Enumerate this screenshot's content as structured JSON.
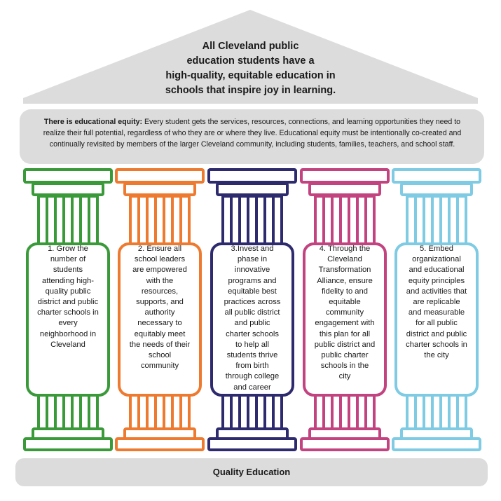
{
  "roof": {
    "line1": "All Cleveland public",
    "line2": "education students have a",
    "line3": "high-quality, equitable education in",
    "line4": "schools that inspire joy in learning."
  },
  "beam": {
    "lead": "There is educational equity:",
    "body": " Every student gets the services, resources, connections, and learning opportunities they need to realize their full potential, regardless of who they are or where they live. Educational equity must be intentionally co-created and continually revisited by members of the larger Cleveland community, including students, families, teachers, and school staff."
  },
  "pillars": [
    {
      "color": "#3a9a3a",
      "text": "1. Grow the number of students attending high-quality public district and public charter schools in every neighborhood in Cleveland"
    },
    {
      "color": "#ee7a30",
      "text": "2. Ensure all school leaders are empowered with the resources, supports, and authority necessary to equitably meet the needs of their school community"
    },
    {
      "color": "#2e2a6e",
      "text": "3.Invest and phase in innovative programs and equitable best practices across all public district and public charter schools to help all students thrive from birth through college and career"
    },
    {
      "color": "#c2437f",
      "text": "4. Through the Cleveland Transformation Alliance, ensure fidelity to and equitable community engagement with this plan for all public district and public charter schools in the city"
    },
    {
      "color": "#7ecbe3",
      "text": "5. Embed organizational and educational equity principles and activities that are replicable and measurable for all public district and public charter schools in the city"
    }
  ],
  "foundation": {
    "label": "Quality Education"
  }
}
